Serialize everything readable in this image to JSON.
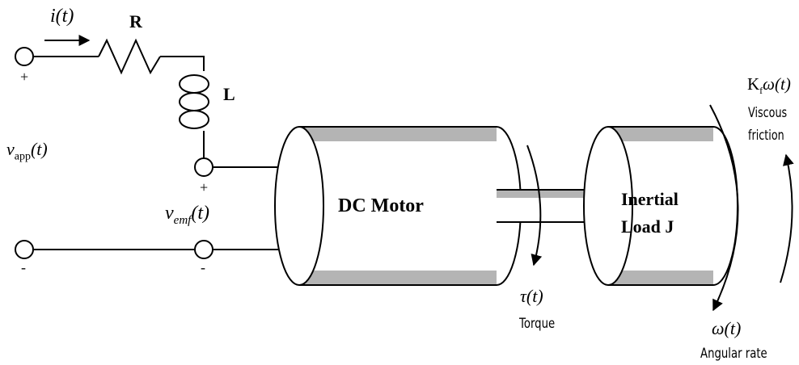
{
  "current": {
    "symbol": "i",
    "arg": "(t)"
  },
  "resistor": {
    "label": "R"
  },
  "inductor": {
    "label": "L"
  },
  "plus_sign": "+",
  "minus_sign": "-",
  "v_app": {
    "symbol": "v",
    "sub": "app",
    "arg": "(t)"
  },
  "v_emf": {
    "symbol": "v",
    "sub": "emf",
    "arg": "(t)"
  },
  "motor": {
    "label": "DC Motor"
  },
  "load": {
    "line1": "Inertial",
    "line2": "Load J"
  },
  "torque": {
    "symbol": "τ(t)",
    "caption": "Torque"
  },
  "angular_rate": {
    "symbol": "ω(t)",
    "caption": "Angular rate"
  },
  "friction": {
    "symbol": "K",
    "sub": "f",
    "rest": "ω(t)",
    "caption1": "Viscous",
    "caption2": "friction"
  },
  "colors": {
    "stripe": "#b4b4b4",
    "line": "#000000",
    "background": "#ffffff"
  }
}
